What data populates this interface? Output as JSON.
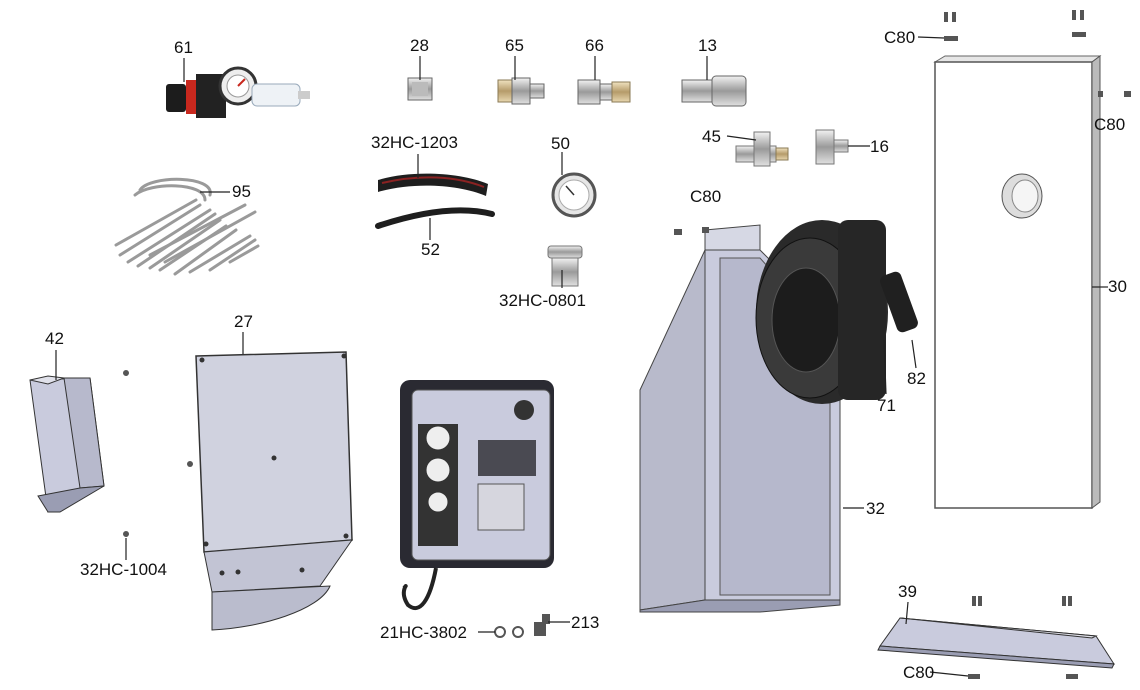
{
  "labels": {
    "p61": "61",
    "p28": "28",
    "p65": "65",
    "p66": "66",
    "p13": "13",
    "c80_top": "C80",
    "c80_right": "C80",
    "c80_mid": "C80",
    "c80_bottom": "C80",
    "p45": "45",
    "p16": "16",
    "p1203": "32HC-1203",
    "p50": "50",
    "p95": "95",
    "p52": "52",
    "p0801": "32HC-0801",
    "p30": "30",
    "p82": "82",
    "p71": "71",
    "p42": "42",
    "p27": "27",
    "p32": "32",
    "p1004": "32HC-1004",
    "p39": "39",
    "p3802": "21HC-3802",
    "p213": "213"
  },
  "colors": {
    "part_fill": "#c9cbdd",
    "part_dark": "#9a9db3",
    "reel_black": "#2a2a2a",
    "line": "#222222",
    "regulator_red": "#c8281e"
  }
}
